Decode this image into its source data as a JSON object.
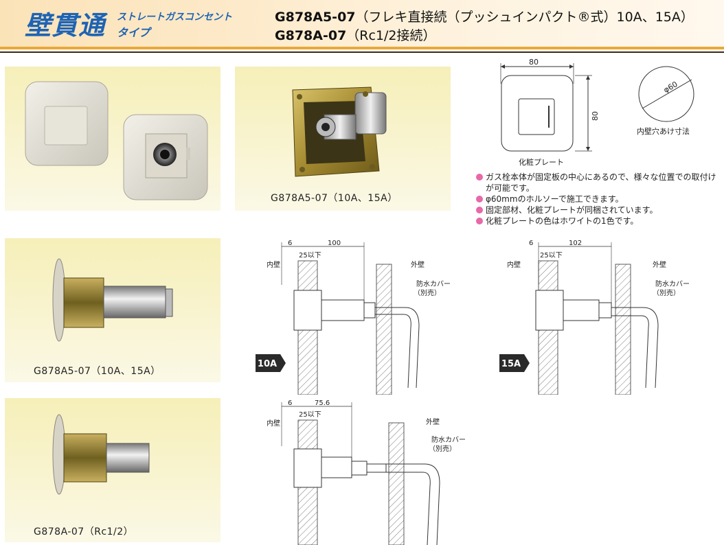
{
  "header": {
    "brand": "壁貫通",
    "sub_line1": "ストレートガスコンセント",
    "sub_line2": "タイプ",
    "model1_code": "G878A5-07",
    "model1_desc": "（フレキ直接続（プッシュインパクト®式）10A、15A）",
    "model2_code": "G878A-07",
    "model2_desc": "（Rc1/2接続）"
  },
  "photos": {
    "p1_caption": "",
    "p2_caption": "G878A5-07（10A、15A）",
    "p3_caption": "G878A5-07（10A、15A）",
    "p4_caption": "G878A-07（Rc1/2）"
  },
  "plate": {
    "width_dim": "80",
    "height_dim": "80",
    "label": "化粧プレート",
    "hole_dim": "φ60",
    "hole_label": "内壁穴あけ寸法"
  },
  "notes": [
    "ガス栓本体が固定板の中心にあるので、様々な位置での取付けが可能です。",
    "φ60mmのホルソーで施工できます。",
    "固定部材、化粧プレートが同梱されています。",
    "化粧プレートの色はホワイトの1色です。"
  ],
  "diagram_a": {
    "dim_left": "6",
    "dim_total": "100",
    "dim_wall": "25以下",
    "inner_wall": "内壁",
    "outer_wall": "外壁",
    "cover": "防水カバー",
    "cover_note": "（別売）",
    "badge": "10A"
  },
  "diagram_b": {
    "dim_left": "6",
    "dim_total": "102",
    "dim_wall": "25以下",
    "inner_wall": "内壁",
    "outer_wall": "外壁",
    "cover": "防水カバー",
    "cover_note": "（別売）",
    "badge": "15A"
  },
  "diagram_c": {
    "dim_left": "6",
    "dim_total": "75.6",
    "dim_wall": "25以下",
    "inner_wall": "内壁",
    "outer_wall": "外壁",
    "cover": "防水カバー",
    "cover_note": "（別売）"
  },
  "colors": {
    "brand_blue": "#1e63b4",
    "accent_orange": "#e8a93a",
    "bullet_pink": "#e868a8",
    "badge_dark": "#2a2a2a"
  }
}
